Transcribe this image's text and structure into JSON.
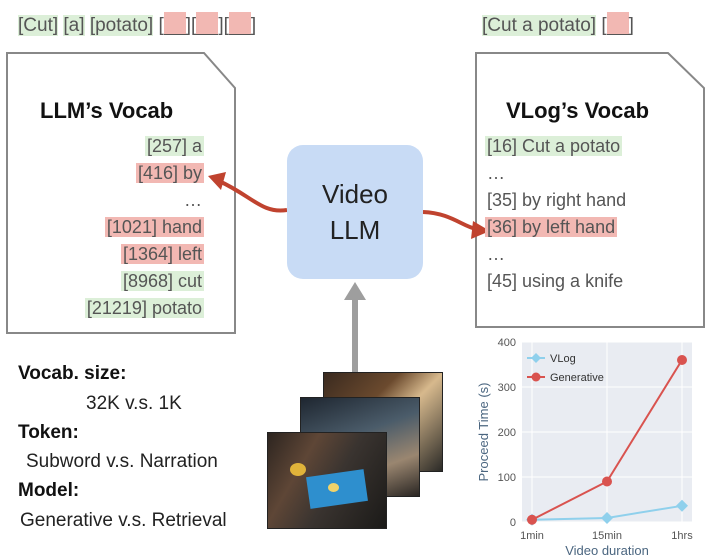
{
  "llm_sequence": [
    "[Cut]",
    "[a]",
    "[potato]"
  ],
  "vlog_sequence": [
    "[Cut a potato]"
  ],
  "llm_vocab": {
    "title": "LLM’s Vocab",
    "items": [
      {
        "text": "[257] a",
        "status": "match"
      },
      {
        "text": "[416] by",
        "status": "mismatch"
      },
      {
        "text": "…",
        "status": "none"
      },
      {
        "text": "[1021] hand",
        "status": "mismatch"
      },
      {
        "text": "[1364] left",
        "status": "mismatch"
      },
      {
        "text": "[8968] cut",
        "status": "match"
      },
      {
        "text": "[21219] potato",
        "status": "match"
      }
    ]
  },
  "vlog_vocab": {
    "title": "VLog’s Vocab",
    "items": [
      {
        "text": "[16] Cut a potato",
        "status": "match"
      },
      {
        "text": "…",
        "status": "none"
      },
      {
        "text": "[35] by right hand",
        "status": "none"
      },
      {
        "text": "[36] by left hand",
        "status": "mismatch"
      },
      {
        "text": "…",
        "status": "none"
      },
      {
        "text": "[45] using a knife",
        "status": "none"
      }
    ]
  },
  "model_box": {
    "line1": "Video",
    "line2": "LLM"
  },
  "comparison": {
    "vocab_label": "Vocab. size:",
    "vocab_value": "32K v.s. 1K",
    "token_label": "Token:",
    "token_value": "Subword v.s. Narration",
    "model_label": "Model:",
    "model_value": "Generative v.s. Retrieval"
  },
  "colors": {
    "match": "#dcefd8",
    "mismatch": "#f2b8b3",
    "arrow": "#c0432f",
    "llm_box": "#c8dbf5",
    "vlog_series": "#8fd0ec",
    "generative_series": "#d9534f"
  },
  "chart_data": {
    "type": "line",
    "x": [
      "1min",
      "15min",
      "1hrs"
    ],
    "xlabel": "Video duration",
    "ylabel": "Proceed Time (s)",
    "ylim": [
      0,
      400
    ],
    "yticks": [
      0,
      100,
      200,
      300,
      400
    ],
    "grid": true,
    "legend": "top-left",
    "series": [
      {
        "name": "VLog",
        "values": [
          5,
          9,
          36
        ],
        "color": "#8fd0ec",
        "marker": "diamond"
      },
      {
        "name": "Generative",
        "values": [
          5,
          90,
          360
        ],
        "color": "#d9534f",
        "marker": "circle"
      }
    ]
  }
}
